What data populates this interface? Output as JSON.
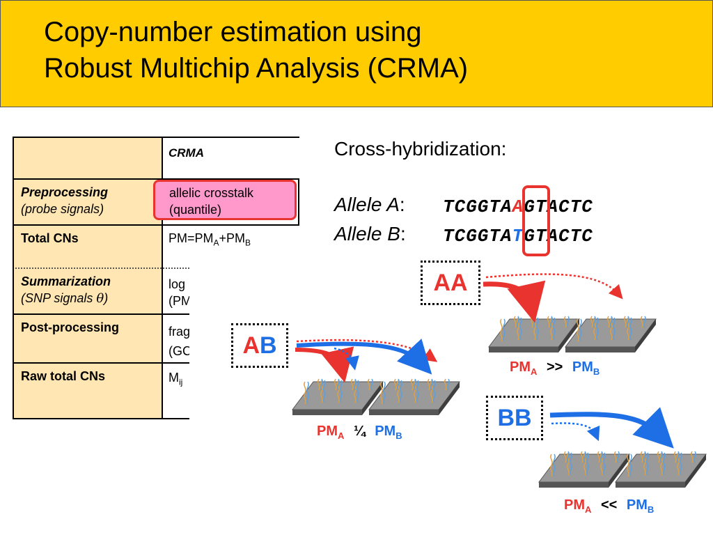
{
  "title": {
    "line1": "Copy-number estimation using",
    "line2": "Robust Multichip Analysis (CRMA)"
  },
  "table": {
    "header_right": "CRMA",
    "rows": [
      {
        "left_main": "Preprocessing",
        "left_sub": "(probe signals)",
        "right_1": "allelic crosstalk",
        "right_2": "(quantile)"
      },
      {
        "left_main": "Total CNs",
        "right_text": "PM=PM",
        "sub_a": "A",
        "plus": "+PM",
        "sub_b": "B"
      },
      {
        "left_main": "Summarization",
        "left_sub": "(SNP signals ",
        "left_theta": "θ",
        "left_close": ")",
        "right_1": "log",
        "right_2": "(PM"
      },
      {
        "left_main": "Post-processing",
        "right_1": "frag",
        "right_2": "(GC"
      },
      {
        "left_main": "Raw total CNs",
        "right_text": "M",
        "right_sub": "ij"
      }
    ]
  },
  "cross": {
    "heading": "Cross-hybridization:",
    "allele_a_label": "Allele A",
    "allele_b_label": "Allele B",
    "colon": ":",
    "seq_prefix": "TCGGTA",
    "snp_a": "A",
    "snp_b": "T",
    "seq_suffix": "GTACTC"
  },
  "genotypes": {
    "aa": "AA",
    "ab_a": "A",
    "ab_b": "B",
    "bb": "BB"
  },
  "relations": {
    "pm": "PM",
    "a": "A",
    "b": "B",
    "aa_rel": ">>",
    "ab_rel": "¼",
    "bb_rel": "<<"
  },
  "colors": {
    "title_bg": "#ffcc00",
    "allele_a": "#e8332e",
    "allele_b": "#1e6fe6",
    "table_label_bg": "#ffe6b3",
    "highlight": "#ff99cc"
  }
}
